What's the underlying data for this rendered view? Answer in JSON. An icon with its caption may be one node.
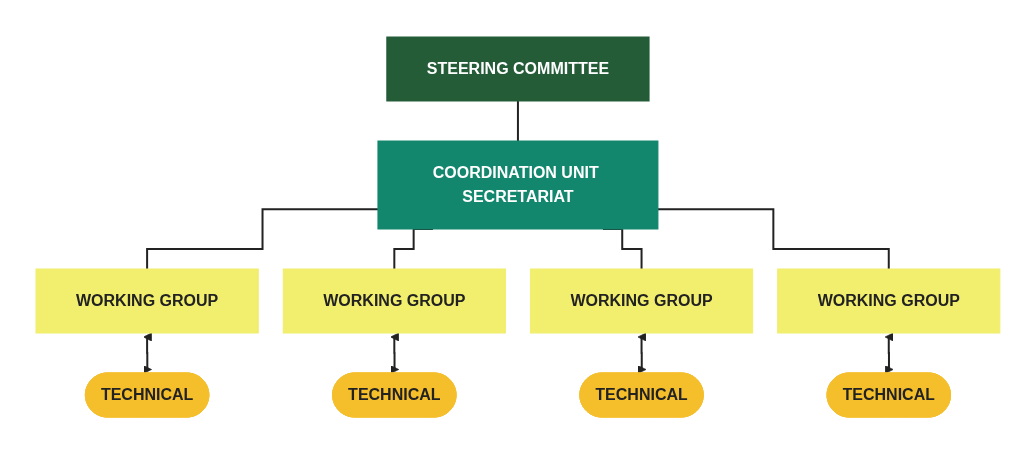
{
  "diagram": {
    "nodes": [
      {
        "text": [
          "STEERING COMMITTEE"
        ]
      },
      {
        "text": [
          "COORDINATION UNIT SECRETARIAT"
        ]
      },
      {
        "text": [
          "WORKING GROUP"
        ]
      },
      {
        "text": [
          "WORKING GROUP"
        ]
      },
      {
        "text": [
          "WORKING GROUP"
        ]
      },
      {
        "text": [
          "WORKING GROUP"
        ]
      },
      {
        "text": [
          "TECHNICAL"
        ]
      },
      {
        "text": [
          "TECHNICAL"
        ]
      },
      {
        "text": [
          "TECHNICAL"
        ]
      },
      {
        "text": [
          "TECHNICAL"
        ]
      }
    ],
    "edges": [
      {
        "from": 0,
        "to": 1,
        "arrow": "none"
      },
      {
        "from": 1,
        "to": 2,
        "arrow": "none"
      },
      {
        "from": 1,
        "to": 3,
        "arrow": "none"
      },
      {
        "from": 1,
        "to": 4,
        "arrow": "none"
      },
      {
        "from": 1,
        "to": 5,
        "arrow": "none"
      },
      {
        "from": 2,
        "to": 6,
        "arrow": "both"
      },
      {
        "from": 3,
        "to": 7,
        "arrow": "both"
      },
      {
        "from": 4,
        "to": 8,
        "arrow": "both"
      },
      {
        "from": 5,
        "to": 9,
        "arrow": "both"
      }
    ]
  }
}
